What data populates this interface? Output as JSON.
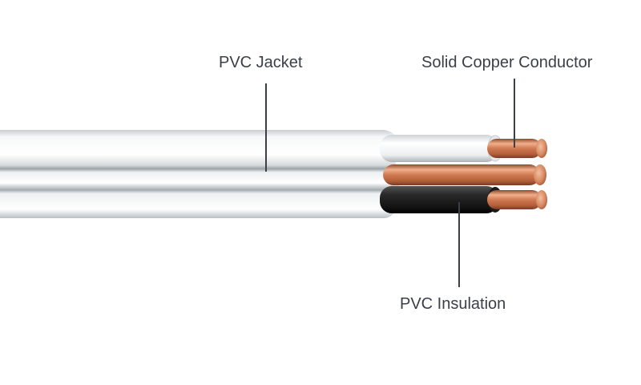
{
  "labels": {
    "jacket": "PVC Jacket",
    "conductor": "Solid Copper Conductor",
    "insulation": "PVC Insulation"
  },
  "colors": {
    "background": "#ffffff",
    "jacket": "#eef0f1",
    "jacket_shadow": "#9aa3a8",
    "copper": "#c8714a",
    "copper_highlight": "#f0b08c",
    "insulation_black": "#222222",
    "leader_line": "#3a3f48",
    "label_text": "#3a3f48"
  }
}
